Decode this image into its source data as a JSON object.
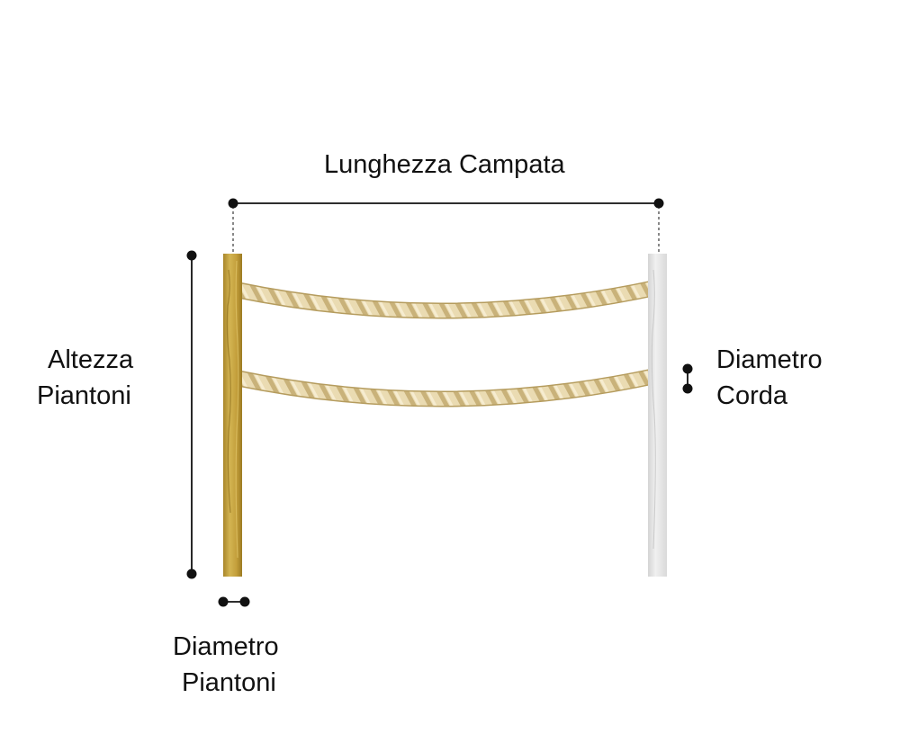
{
  "labels": {
    "span_length": "Lunghezza Campata",
    "post_height": [
      "Altezza",
      "Piantoni"
    ],
    "rope_diameter": [
      "Diametro",
      "Corda"
    ],
    "post_diameter": [
      "Diametro",
      "Piantoni"
    ]
  },
  "colors": {
    "left_post": "#c4a23e",
    "right_post": "#e4e4e4",
    "rope": "#e6d5a8",
    "dimension_line": "#111111"
  }
}
